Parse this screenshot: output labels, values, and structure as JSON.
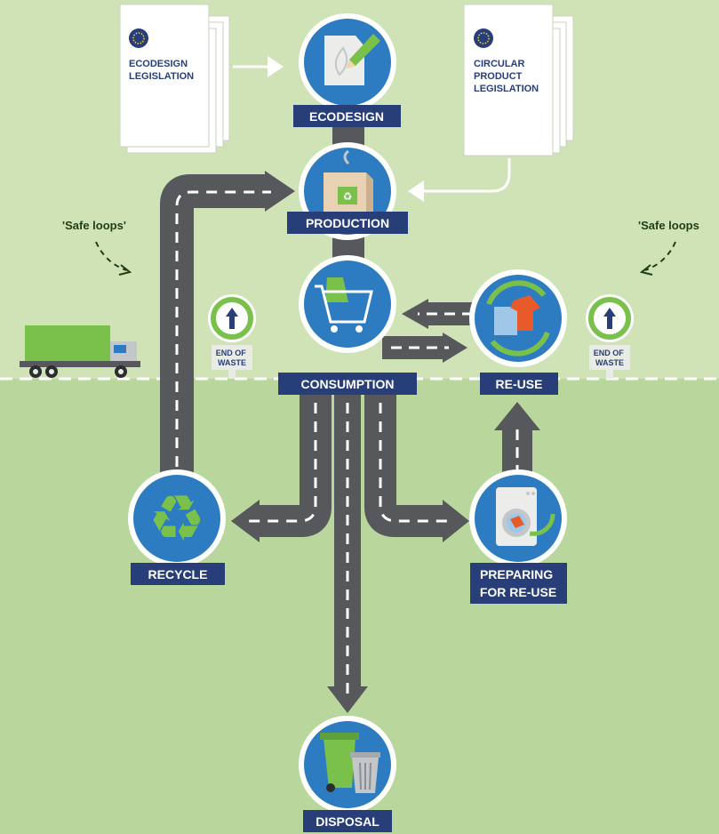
{
  "colors": {
    "background_top": "#cfe3b6",
    "background_bottom": "#b9d79c",
    "road": "#56585c",
    "circle_fill": "#2d7cc1",
    "circle_ring": "#ffffff",
    "label_fill": "#283e79",
    "label_text": "#ffffff",
    "green_accent": "#7ac14b",
    "dark_green_text": "#1f3d17"
  },
  "legislation": {
    "ecodesign": [
      "ECODESIGN",
      "LEGISLATION"
    ],
    "circular": [
      "CIRCULAR",
      "PRODUCT",
      "LEGISLATION"
    ]
  },
  "nodes": {
    "ecodesign": "ECODESIGN",
    "production": "PRODUCTION",
    "consumption": "CONSUMPTION",
    "reuse": "RE-USE",
    "recycle": "RECYCLE",
    "preparing": [
      "PREPARING",
      "FOR RE-USE"
    ],
    "disposal": "DISPOSAL"
  },
  "safe_loops": {
    "left": "'Safe loops'",
    "right": "'Safe loops"
  },
  "end_of_waste": [
    "END OF",
    "WASTE"
  ],
  "icons": [
    "eu-flag-icon",
    "leaf-pencil-icon",
    "box-recycle-icon",
    "shopping-cart-icon",
    "clothes-cycle-icon",
    "recycle-icon",
    "washing-machine-icon",
    "bins-icon",
    "up-arrow-icon",
    "truck-icon"
  ]
}
